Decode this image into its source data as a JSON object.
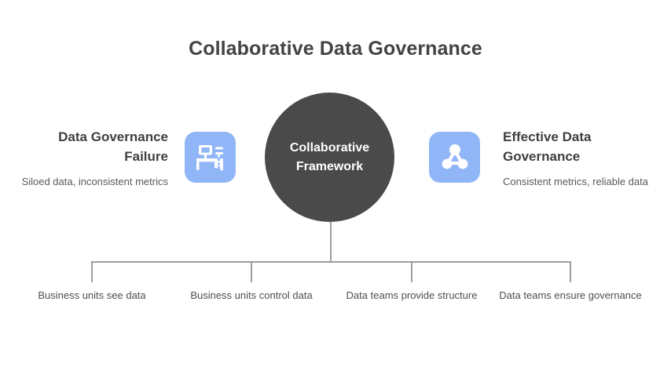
{
  "page": {
    "title": "Collaborative Data Governance",
    "background_color": "#ffffff"
  },
  "theme": {
    "title_color": "#434343",
    "heading_color": "#3f3f3f",
    "body_color": "#5a5a5a",
    "hub_color": "#4a4a4a",
    "hub_text_color": "#ffffff",
    "icon_tile_color": "#91b6f7",
    "icon_glyph_color": "#ffffff",
    "connector_color": "#9e9e9e"
  },
  "hub": {
    "label": "Collaborative Framework"
  },
  "sides": [
    {
      "id": "failure",
      "heading": "Data Governance Failure",
      "subtitle": "Siloed data, inconsistent metrics",
      "icon": "desk-workstation-icon",
      "align": "right"
    },
    {
      "id": "effective",
      "heading": "Effective Data Governance",
      "subtitle": "Consistent metrics, reliable data",
      "icon": "network-nodes-icon",
      "align": "left"
    }
  ],
  "outcomes": [
    {
      "label": "Business units see data"
    },
    {
      "label": "Business units control data"
    },
    {
      "label": "Data teams provide structure"
    },
    {
      "label": "Data teams ensure governance"
    }
  ]
}
